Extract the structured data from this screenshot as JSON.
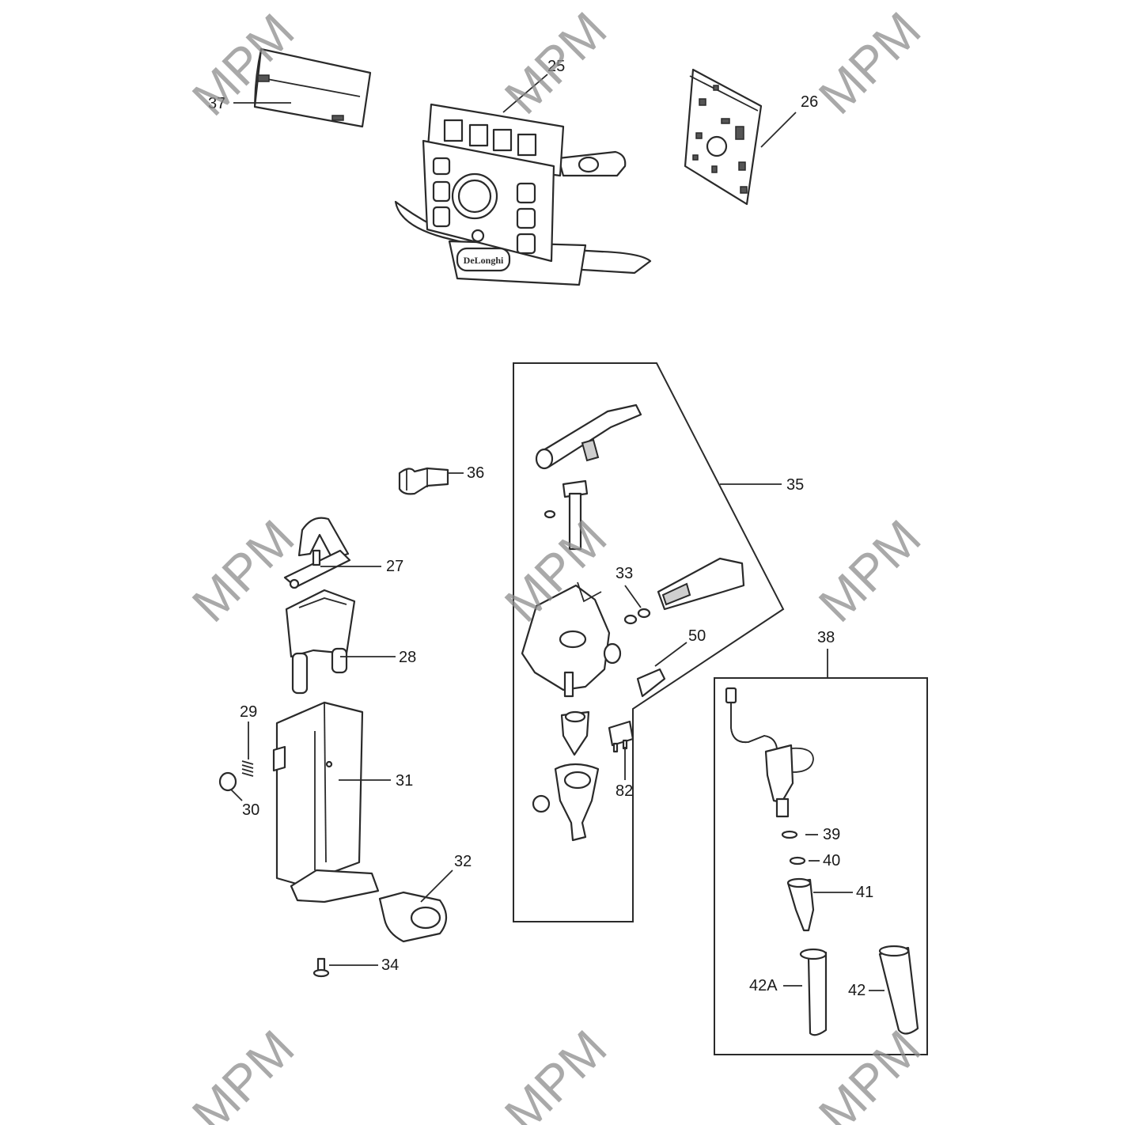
{
  "watermark_text": "MPM",
  "brand_text": "DeLonghi",
  "labels": {
    "p25": "25",
    "p26": "26",
    "p27": "27",
    "p28": "28",
    "p29": "29",
    "p30": "30",
    "p31": "31",
    "p32": "32",
    "p33": "33",
    "p34": "34",
    "p35": "35",
    "p36": "36",
    "p37": "37",
    "p38": "38",
    "p39": "39",
    "p40": "40",
    "p41": "41",
    "p42": "42",
    "p42a": "42A",
    "p50": "50",
    "p82": "82"
  },
  "colors": {
    "line": "#2a2a2a",
    "watermark": "#8c8c8c"
  }
}
